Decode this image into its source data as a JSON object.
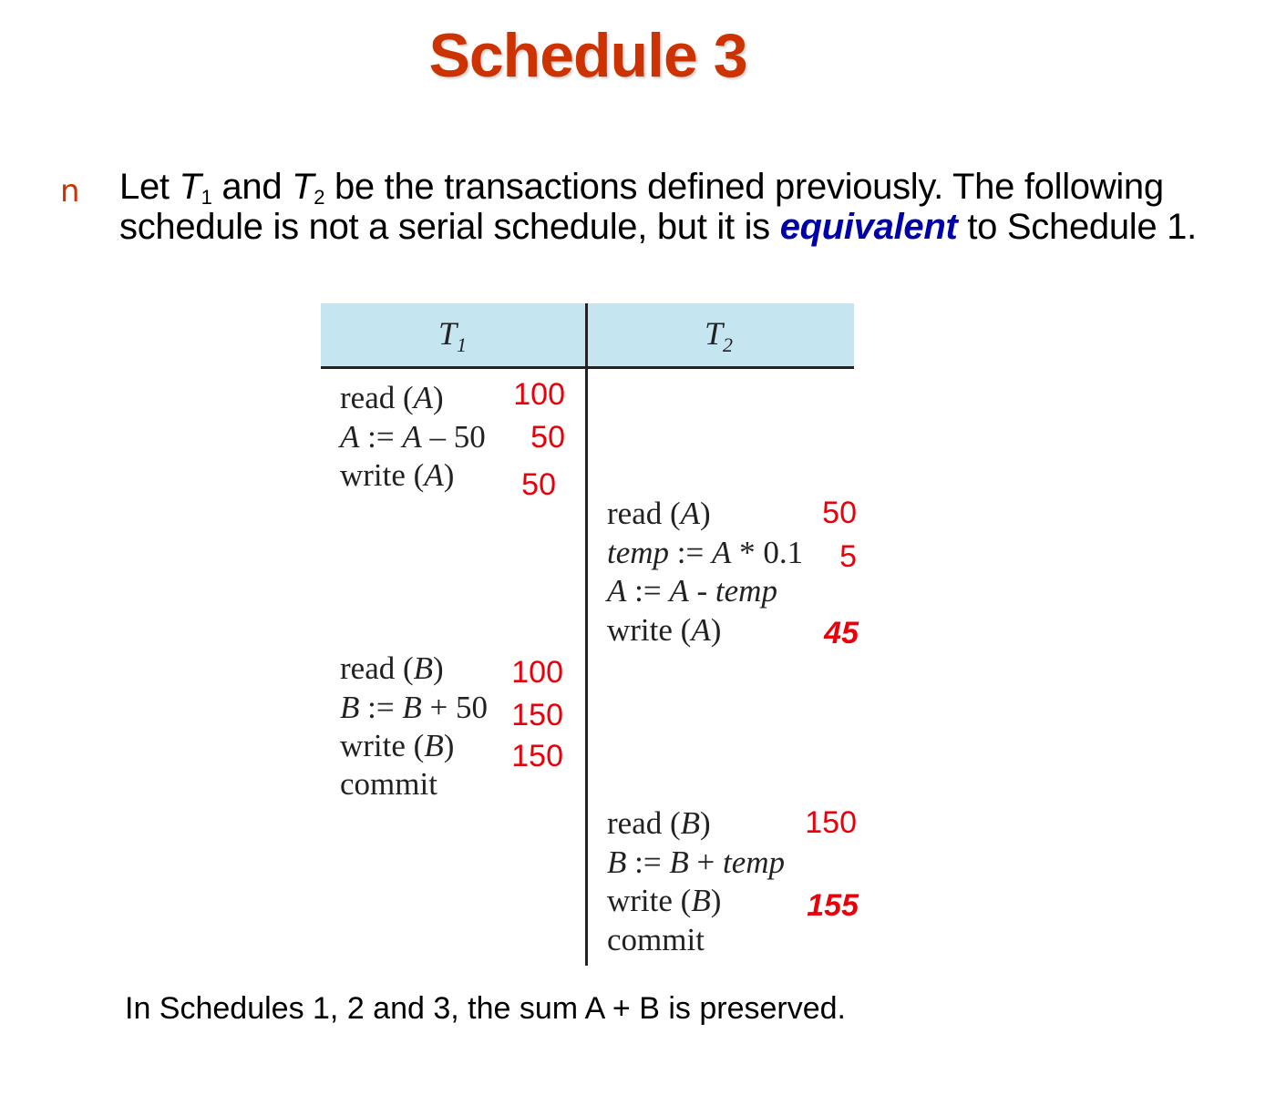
{
  "title": "Schedule 3",
  "bullet_marker": "n",
  "intro": {
    "p1": "Let ",
    "t1": "T",
    "t1_sub": "1",
    "p2": " and ",
    "t2": "T",
    "t2_sub": "2",
    "p3": " be the transactions defined previously.  The following schedule is not a serial schedule, but it is ",
    "emphasis": "equivalent",
    "p4": " to Schedule 1."
  },
  "table": {
    "col1": {
      "letter": "T",
      "sub": "1"
    },
    "col2": {
      "letter": "T",
      "sub": "2"
    },
    "t1_block1": [
      {
        "op": "read (A)",
        "val": "100"
      },
      {
        "op": "A := A – 50",
        "val": "50"
      },
      {
        "op": "write (A)",
        "val": "50"
      }
    ],
    "t2_block1": [
      {
        "op": "read (A)",
        "val": "50"
      },
      {
        "op": "temp := A * 0.1",
        "val": "5"
      },
      {
        "op": "A := A - temp",
        "val": ""
      },
      {
        "op": "write (A)",
        "val": "45"
      }
    ],
    "t1_block2": [
      {
        "op": "read (B)",
        "val": "100"
      },
      {
        "op": "B := B + 50",
        "val": "150"
      },
      {
        "op": "write (B)",
        "val": "150"
      },
      {
        "op": "commit",
        "val": ""
      }
    ],
    "t2_block2": [
      {
        "op": "read (B)",
        "val": "150"
      },
      {
        "op": "B := B + temp",
        "val": ""
      },
      {
        "op": "write (B)",
        "val": "155"
      },
      {
        "op": "commit",
        "val": ""
      }
    ]
  },
  "footer": "In Schedules 1, 2 and 3, the sum A + B is preserved.",
  "colors": {
    "title": "#cc3300",
    "emphasis": "#0000aa",
    "values": "#e8000b",
    "header_bg": "#c5e6f1"
  }
}
